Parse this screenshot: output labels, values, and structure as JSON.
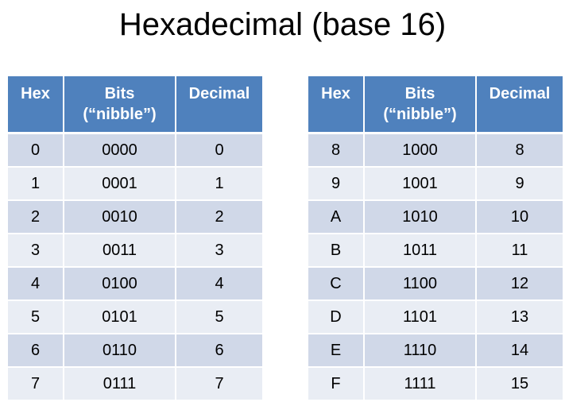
{
  "title": "Hexadecimal (base 16)",
  "headers": {
    "hex": "Hex",
    "bits_line1": "Bits",
    "bits_line2": "(“nibble”)",
    "decimal": "Decimal"
  },
  "left_rows": [
    {
      "hex": "0",
      "bits": "0000",
      "decimal": "0"
    },
    {
      "hex": "1",
      "bits": "0001",
      "decimal": "1"
    },
    {
      "hex": "2",
      "bits": "0010",
      "decimal": "2"
    },
    {
      "hex": "3",
      "bits": "0011",
      "decimal": "3"
    },
    {
      "hex": "4",
      "bits": "0100",
      "decimal": "4"
    },
    {
      "hex": "5",
      "bits": "0101",
      "decimal": "5"
    },
    {
      "hex": "6",
      "bits": "0110",
      "decimal": "6"
    },
    {
      "hex": "7",
      "bits": "0111",
      "decimal": "7"
    }
  ],
  "right_rows": [
    {
      "hex": "8",
      "bits": "1000",
      "decimal": "8"
    },
    {
      "hex": "9",
      "bits": "1001",
      "decimal": "9"
    },
    {
      "hex": "A",
      "bits": "1010",
      "decimal": "10"
    },
    {
      "hex": "B",
      "bits": "1011",
      "decimal": "11"
    },
    {
      "hex": "C",
      "bits": "1100",
      "decimal": "12"
    },
    {
      "hex": "D",
      "bits": "1101",
      "decimal": "13"
    },
    {
      "hex": "E",
      "bits": "1110",
      "decimal": "14"
    },
    {
      "hex": "F",
      "bits": "1111",
      "decimal": "15"
    }
  ],
  "colors": {
    "header_bg": "#4f81bd",
    "row_dark": "#d0d8e8",
    "row_light": "#e9edf4"
  }
}
